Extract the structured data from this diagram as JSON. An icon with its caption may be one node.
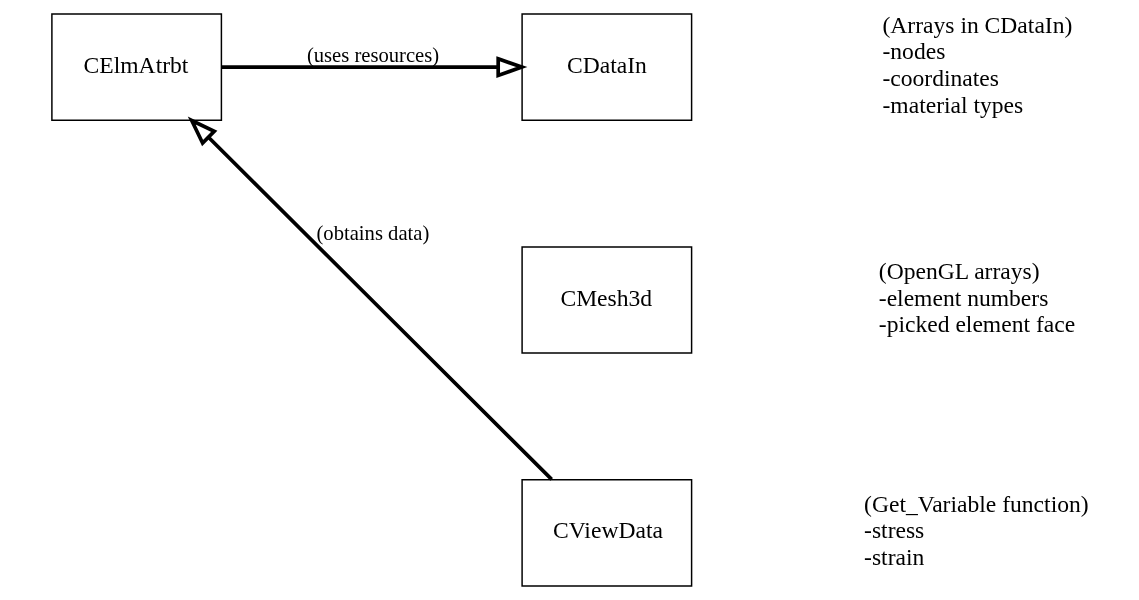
{
  "diagram": {
    "nodes": [
      {
        "text": [
          "CElmAtrbt"
        ]
      },
      {
        "text": [
          "CDataIn"
        ],
        "beside": [
          "(Arrays in CDataIn)",
          "-nodes",
          "-coordinates",
          "-material types"
        ]
      },
      {
        "text": [
          "CMesh3d"
        ],
        "beside": [
          "(OpenGL arrays)",
          "-element numbers",
          "-picked element face"
        ]
      },
      {
        "text": [
          "CViewData"
        ],
        "beside": [
          "(Get_Variable function)",
          "-stress",
          "-strain"
        ]
      }
    ],
    "edges": [
      {
        "from": 0,
        "to": 1,
        "arrow": "to",
        "label": "(uses resources)"
      },
      {
        "from": 3,
        "to": 0,
        "arrow": "to",
        "label": "(obtains data)"
      }
    ]
  }
}
